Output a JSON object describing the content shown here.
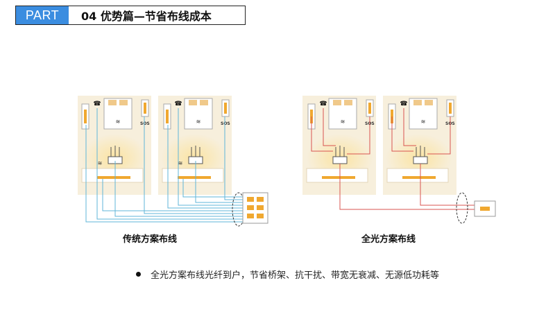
{
  "header": {
    "part_label": "PART",
    "title": "04 优势篇—节省布线成本"
  },
  "diagram": {
    "left_caption": "传统方案布线",
    "right_caption": "全光方案布线",
    "room_label_sos": "SOS",
    "colors": {
      "traditional_cable": "#5fb6d9",
      "fiber_cable": "#d9534f",
      "floor": "#f7efdc",
      "panel": "#f0a830",
      "glow": "#fbe7a8"
    }
  },
  "bullet": {
    "text": "全光方案布线光纤到户，节省桥架、抗干扰、带宽无衰减、无源低功耗等"
  }
}
